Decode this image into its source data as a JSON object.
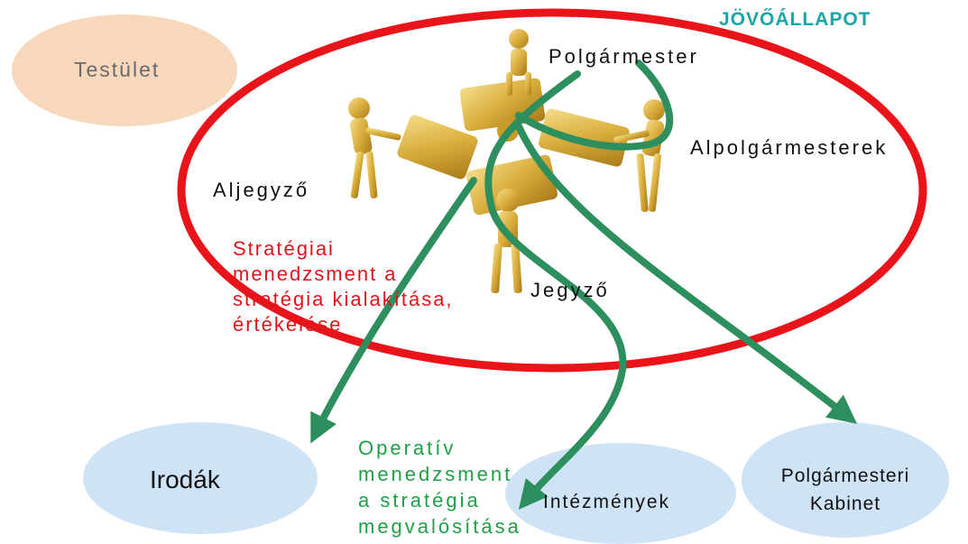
{
  "title": "JÖVŐÁLLAPOT",
  "council": "Testület",
  "roles": {
    "mayor": "Polgármester",
    "deputy_mayors": "Alpolgármesterek",
    "deputy_notary": "Aljegyző",
    "notary": "Jegyző"
  },
  "strategic_text": [
    "Stratégiai",
    "menedzsment a",
    "stratégia kialakítása,",
    "értékelése"
  ],
  "operative_text": [
    "Operatív",
    "menedzsment",
    "a stratégia",
    "megvalósítása"
  ],
  "units": {
    "offices": "Irodák",
    "institutions": "Intézmények",
    "cabinet": [
      "Polgármesteri",
      "Kabinet"
    ]
  },
  "colors": {
    "title": "#1aa6a8",
    "ellipse_outline": "#e8141a",
    "arrows": "#2e8f5e",
    "strategic_text": "#e0141b",
    "operative_text": "#1ea146",
    "council_fill": "#f8d8bc",
    "unit_fill": "#cfe3f7"
  },
  "icons": {
    "center_image": "puzzle-team-figures-icon"
  }
}
